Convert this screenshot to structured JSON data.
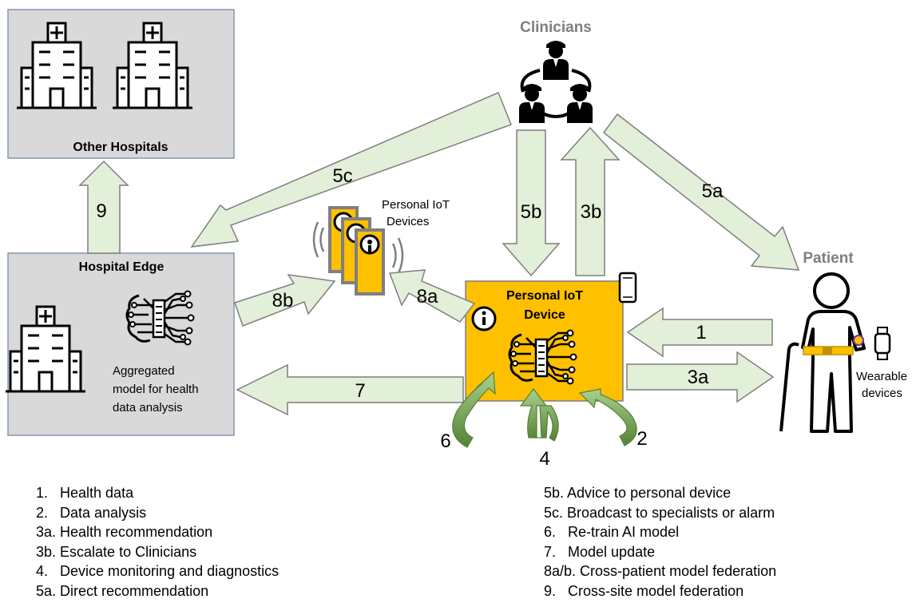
{
  "boxes": {
    "other_hospitals": "Other Hospitals",
    "hospital_edge": "Hospital Edge",
    "aggregated_model": [
      "Aggregated",
      "model for health",
      "data analysis"
    ],
    "personal_iot_device": [
      "Personal IoT",
      "Device"
    ],
    "personal_iot_devices": [
      "Personal IoT",
      "Devices"
    ]
  },
  "actors": {
    "clinicians": "Clinicians",
    "patient": "Patient",
    "wearable": [
      "Wearable",
      "devices"
    ]
  },
  "arrows": {
    "a1": "1",
    "a2": "2",
    "a3a": "3a",
    "a3b": "3b",
    "a4": "4",
    "a5a": "5a",
    "a5b": "5b",
    "a5c": "5c",
    "a6": "6",
    "a7": "7",
    "a8a": "8a",
    "a8b": "8b",
    "a9": "9"
  },
  "legend_left": [
    "1.   Health data",
    "2.   Data analysis",
    "3a. Health recommendation",
    "3b. Escalate to Clinicians",
    "4.   Device monitoring and diagnostics",
    "5a. Direct recommendation"
  ],
  "legend_right": [
    "5b. Advice to personal device",
    "5c. Broadcast to specialists or alarm",
    "6.   Re-train AI model",
    "7.   Model update",
    "8a/b. Cross-patient model federation",
    "9.   Cross-site model federation"
  ],
  "colors": {
    "arrow_fill": "#e2efd9",
    "box_fill": "#d9d9d9",
    "device_fill": "#ffc000",
    "loop_green": "#70ad47"
  }
}
